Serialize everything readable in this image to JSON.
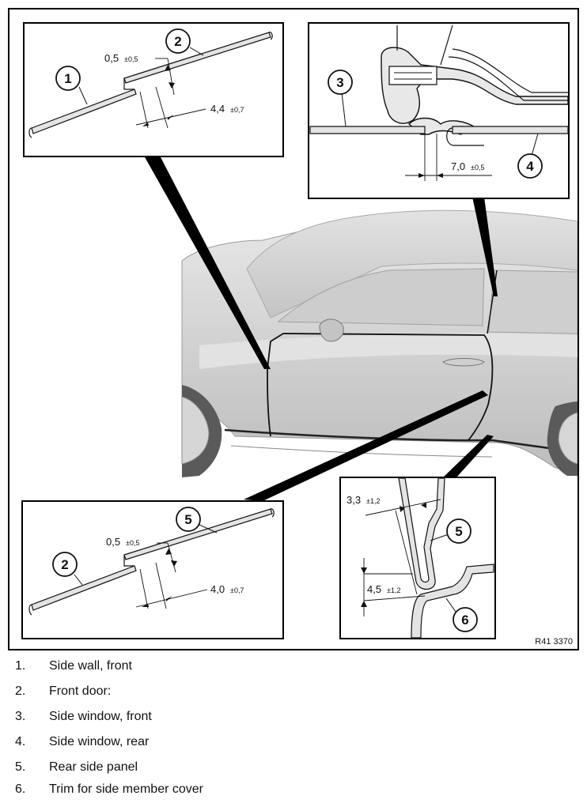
{
  "figure": {
    "reference_code": "R41 3370",
    "callouts": {
      "detail_top_left": [
        "1",
        "2"
      ],
      "detail_top_right": [
        "3",
        "4"
      ],
      "detail_bottom_left": [
        "2",
        "5"
      ],
      "detail_bottom_right": [
        "5",
        "6"
      ]
    },
    "dimensions": {
      "tl_gap_value": "0,5",
      "tl_gap_tol": "±0,5",
      "tl_offset_value": "4,4",
      "tl_offset_tol": "±0,7",
      "tr_offset_value": "7,0",
      "tr_offset_tol": "±0,5",
      "bl_gap_value": "0,5",
      "bl_gap_tol": "±0,5",
      "bl_offset_value": "4,0",
      "bl_offset_tol": "±0,7",
      "br_top_value": "3,3",
      "br_top_tol": "±1,2",
      "br_bottom_value": "4,5",
      "br_bottom_tol": "±1,2"
    }
  },
  "legend": [
    {
      "number": "1.",
      "label": "Side wall, front"
    },
    {
      "number": "2.",
      "label": "Front door:"
    },
    {
      "number": "3.",
      "label": "Side window, front"
    },
    {
      "number": "4.",
      "label": "Side window, rear"
    },
    {
      "number": "5.",
      "label": "Rear side panel"
    },
    {
      "number": "6.",
      "label": "Trim for side member cover"
    }
  ],
  "colors": {
    "car_body": "#d6d6d6",
    "car_shadow": "#b8b8b8",
    "line": "#111111",
    "panel_fill": "#e4e4e4"
  }
}
